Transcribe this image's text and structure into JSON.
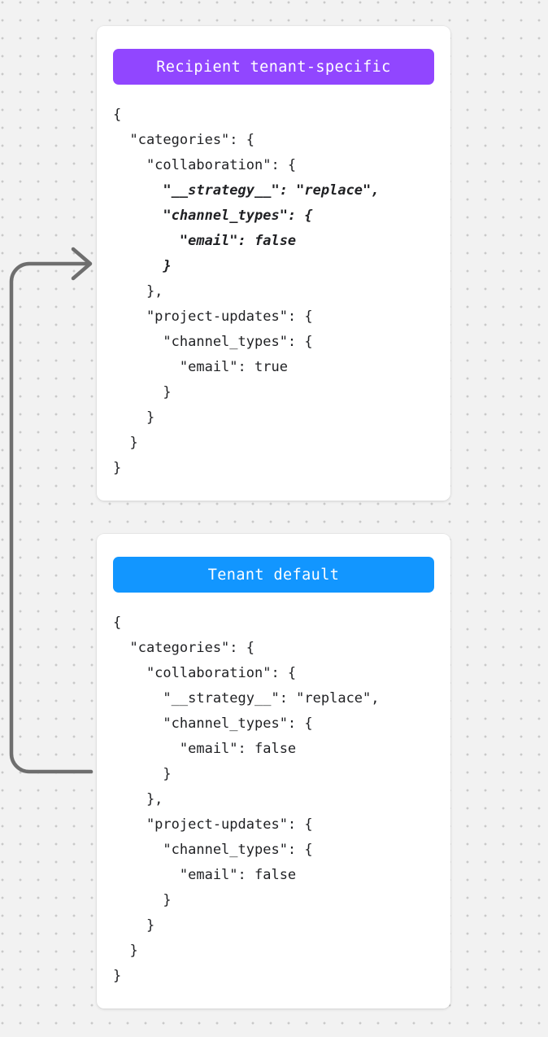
{
  "canvas": {
    "background_color": "#f2f2f2",
    "dot_color": "#c9c9c9"
  },
  "connector": {
    "name": "tenant-default-to-recipient-arrow",
    "color": "#6e6e6e",
    "direction": "up-and-right",
    "arrowhead": "right"
  },
  "cards": [
    {
      "id": "recipient-tenant-specific",
      "header": {
        "label": "Recipient tenant-specific",
        "color": "#9146ff",
        "text_color": "#ffffff"
      },
      "code_lines": [
        {
          "text": "{",
          "emphasis": false
        },
        {
          "text": "  \"categories\": {",
          "emphasis": false
        },
        {
          "text": "    \"collaboration\": {",
          "emphasis": false
        },
        {
          "text": "      \"__strategy__\": \"replace\",",
          "emphasis": true
        },
        {
          "text": "      \"channel_types\": {",
          "emphasis": true
        },
        {
          "text": "        \"email\": false",
          "emphasis": true
        },
        {
          "text": "      }",
          "emphasis": true
        },
        {
          "text": "    },",
          "emphasis": false
        },
        {
          "text": "    \"project-updates\": {",
          "emphasis": false
        },
        {
          "text": "      \"channel_types\": {",
          "emphasis": false
        },
        {
          "text": "        \"email\": true",
          "emphasis": false
        },
        {
          "text": "      }",
          "emphasis": false
        },
        {
          "text": "    }",
          "emphasis": false
        },
        {
          "text": "  }",
          "emphasis": false
        },
        {
          "text": "}",
          "emphasis": false
        }
      ]
    },
    {
      "id": "tenant-default",
      "header": {
        "label": "Tenant default",
        "color": "#1296ff",
        "text_color": "#ffffff"
      },
      "code_lines": [
        {
          "text": "{",
          "emphasis": false
        },
        {
          "text": "  \"categories\": {",
          "emphasis": false
        },
        {
          "text": "    \"collaboration\": {",
          "emphasis": false
        },
        {
          "text": "      \"__strategy__\": \"replace\",",
          "emphasis": false
        },
        {
          "text": "      \"channel_types\": {",
          "emphasis": false
        },
        {
          "text": "        \"email\": false",
          "emphasis": false
        },
        {
          "text": "      }",
          "emphasis": false
        },
        {
          "text": "    },",
          "emphasis": false
        },
        {
          "text": "    \"project-updates\": {",
          "emphasis": false
        },
        {
          "text": "      \"channel_types\": {",
          "emphasis": false
        },
        {
          "text": "        \"email\": false",
          "emphasis": false
        },
        {
          "text": "      }",
          "emphasis": false
        },
        {
          "text": "    }",
          "emphasis": false
        },
        {
          "text": "  }",
          "emphasis": false
        },
        {
          "text": "}",
          "emphasis": false
        }
      ]
    }
  ]
}
